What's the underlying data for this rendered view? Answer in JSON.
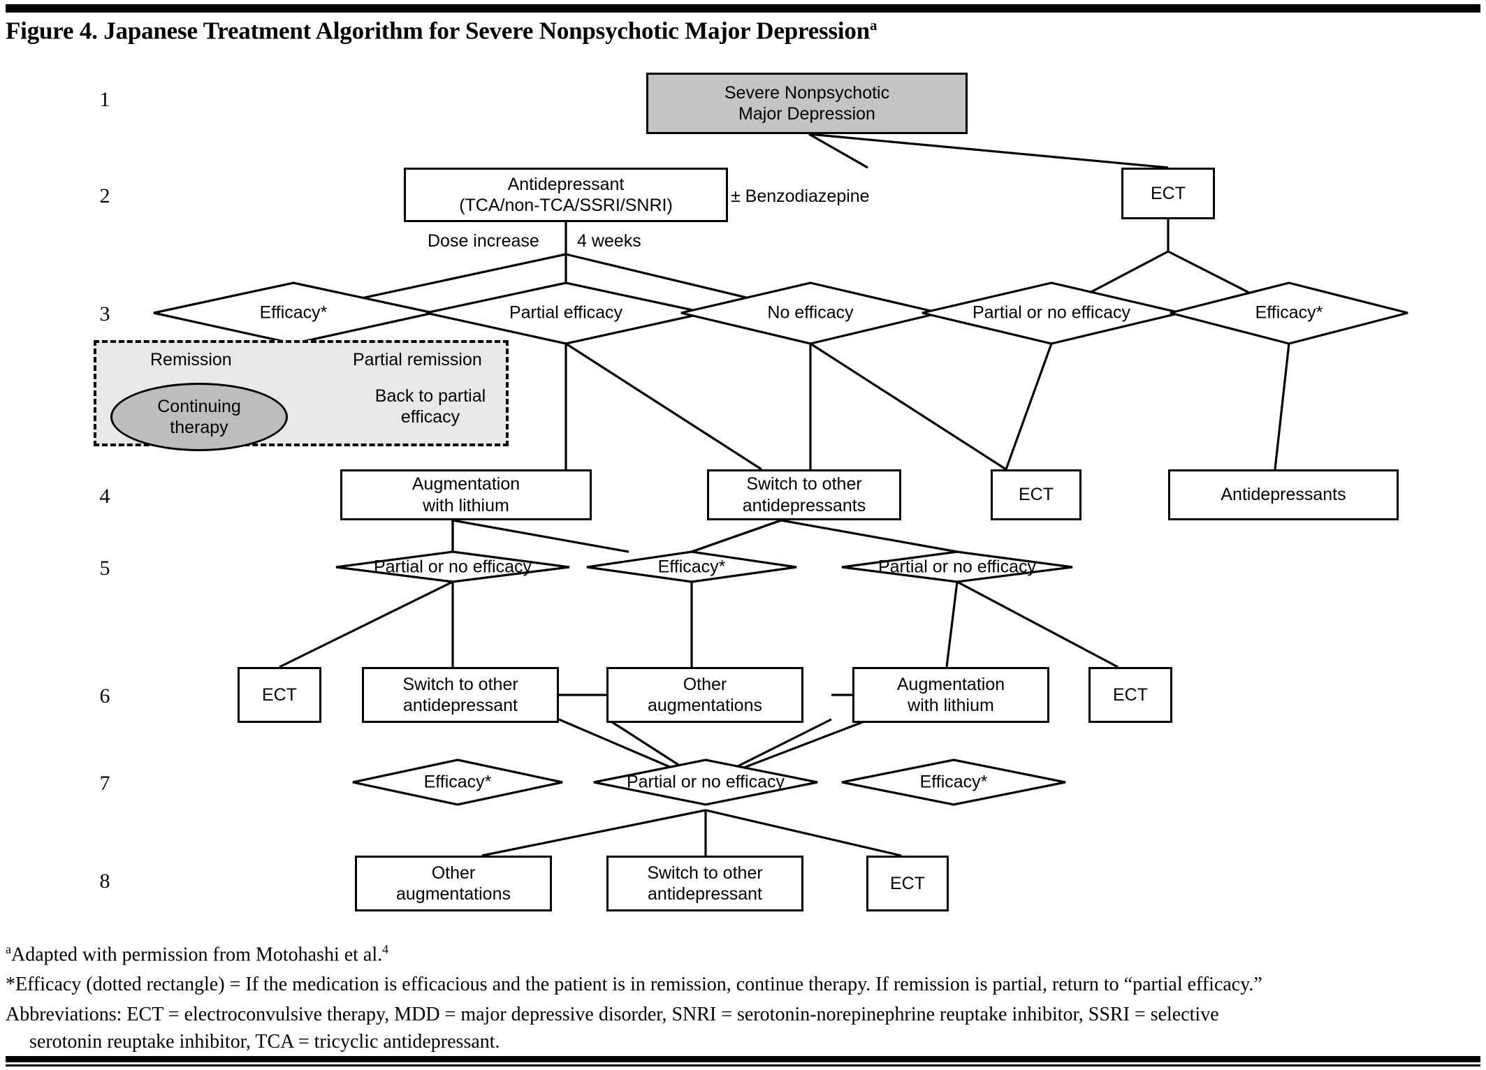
{
  "figure": {
    "title": "Figure 4. Japanese Treatment Algorithm for Severe Nonpsychotic Major Depression",
    "title_superscript": "a"
  },
  "stage_numbers": [
    "1",
    "2",
    "3",
    "4",
    "5",
    "6",
    "7",
    "8"
  ],
  "nodes": {
    "root": "Severe Nonpsychotic\nMajor Depression",
    "root_line1": "Severe Nonpsychotic",
    "root_line2": "Major Depression",
    "antidepressant_line1": "Antidepressant",
    "antidepressant_line2": "(TCA/non-TCA/SSRI/SNRI)",
    "benzodiazepine": "± Benzodiazepine",
    "ect_stage2": "ECT",
    "dose_increase": "Dose increase",
    "four_weeks": "4 weeks",
    "efficacy_1": "Efficacy*",
    "partial_efficacy": "Partial efficacy",
    "no_efficacy": "No efficacy",
    "partial_or_no_efficacy_1": "Partial or no efficacy",
    "efficacy_2": "Efficacy*",
    "remission": "Remission",
    "partial_remission": "Partial remission",
    "continuing_therapy_line1": "Continuing",
    "continuing_therapy_line2": "therapy",
    "back_to_partial_line1": "Back to partial",
    "back_to_partial_line2": "efficacy",
    "augmentation_lithium_line1": "Augmentation",
    "augmentation_lithium_line2": "with lithium",
    "switch_other_ads_line1": "Switch to other",
    "switch_other_ads_line2": "antidepressants",
    "ect_stage4": "ECT",
    "antidepressants_stage4": "Antidepressants",
    "partial_or_no_efficacy_s5a": "Partial or no efficacy",
    "efficacy_s5": "Efficacy*",
    "partial_or_no_efficacy_s5b": "Partial or no efficacy",
    "ect_s6a": "ECT",
    "switch_other_ad_s6_line1": "Switch to other",
    "switch_other_ad_s6_line2": "antidepressant",
    "other_augmentations_s6_line1": "Other",
    "other_augmentations_s6_line2": "augmentations",
    "augmentation_lithium_s6_line1": "Augmentation",
    "augmentation_lithium_s6_line2": "with lithium",
    "ect_s6b": "ECT",
    "efficacy_s7a": "Efficacy*",
    "partial_or_no_efficacy_s7": "Partial or no efficacy",
    "efficacy_s7b": "Efficacy*",
    "other_augmentations_s8_line1": "Other",
    "other_augmentations_s8_line2": "augmentations",
    "switch_other_ad_s8_line1": "Switch to other",
    "switch_other_ad_s8_line2": "antidepressant",
    "ect_s8": "ECT"
  },
  "footnotes": {
    "adapted_marker": "a",
    "adapted_text": "Adapted with permission from Motohashi et al.",
    "adapted_ref": "4",
    "efficacy_note": "*Efficacy (dotted rectangle) = If the medication is efficacious and the patient is in remission, continue therapy. If remission is partial, return to “partial efficacy.”",
    "abbrev_line1": "Abbreviations: ECT = electroconvulsive therapy, MDD = major depressive disorder, SNRI = serotonin-norepinephrine reuptake inhibitor, SSRI = selective",
    "abbrev_line2": "serotonin reuptake inhibitor, TCA = tricyclic antidepressant."
  },
  "colors": {
    "root_fill": "#c4c4c4",
    "dotted_fill": "#e8e8e8",
    "oval_fill": "#bdbdbd",
    "stroke": "#000000"
  }
}
